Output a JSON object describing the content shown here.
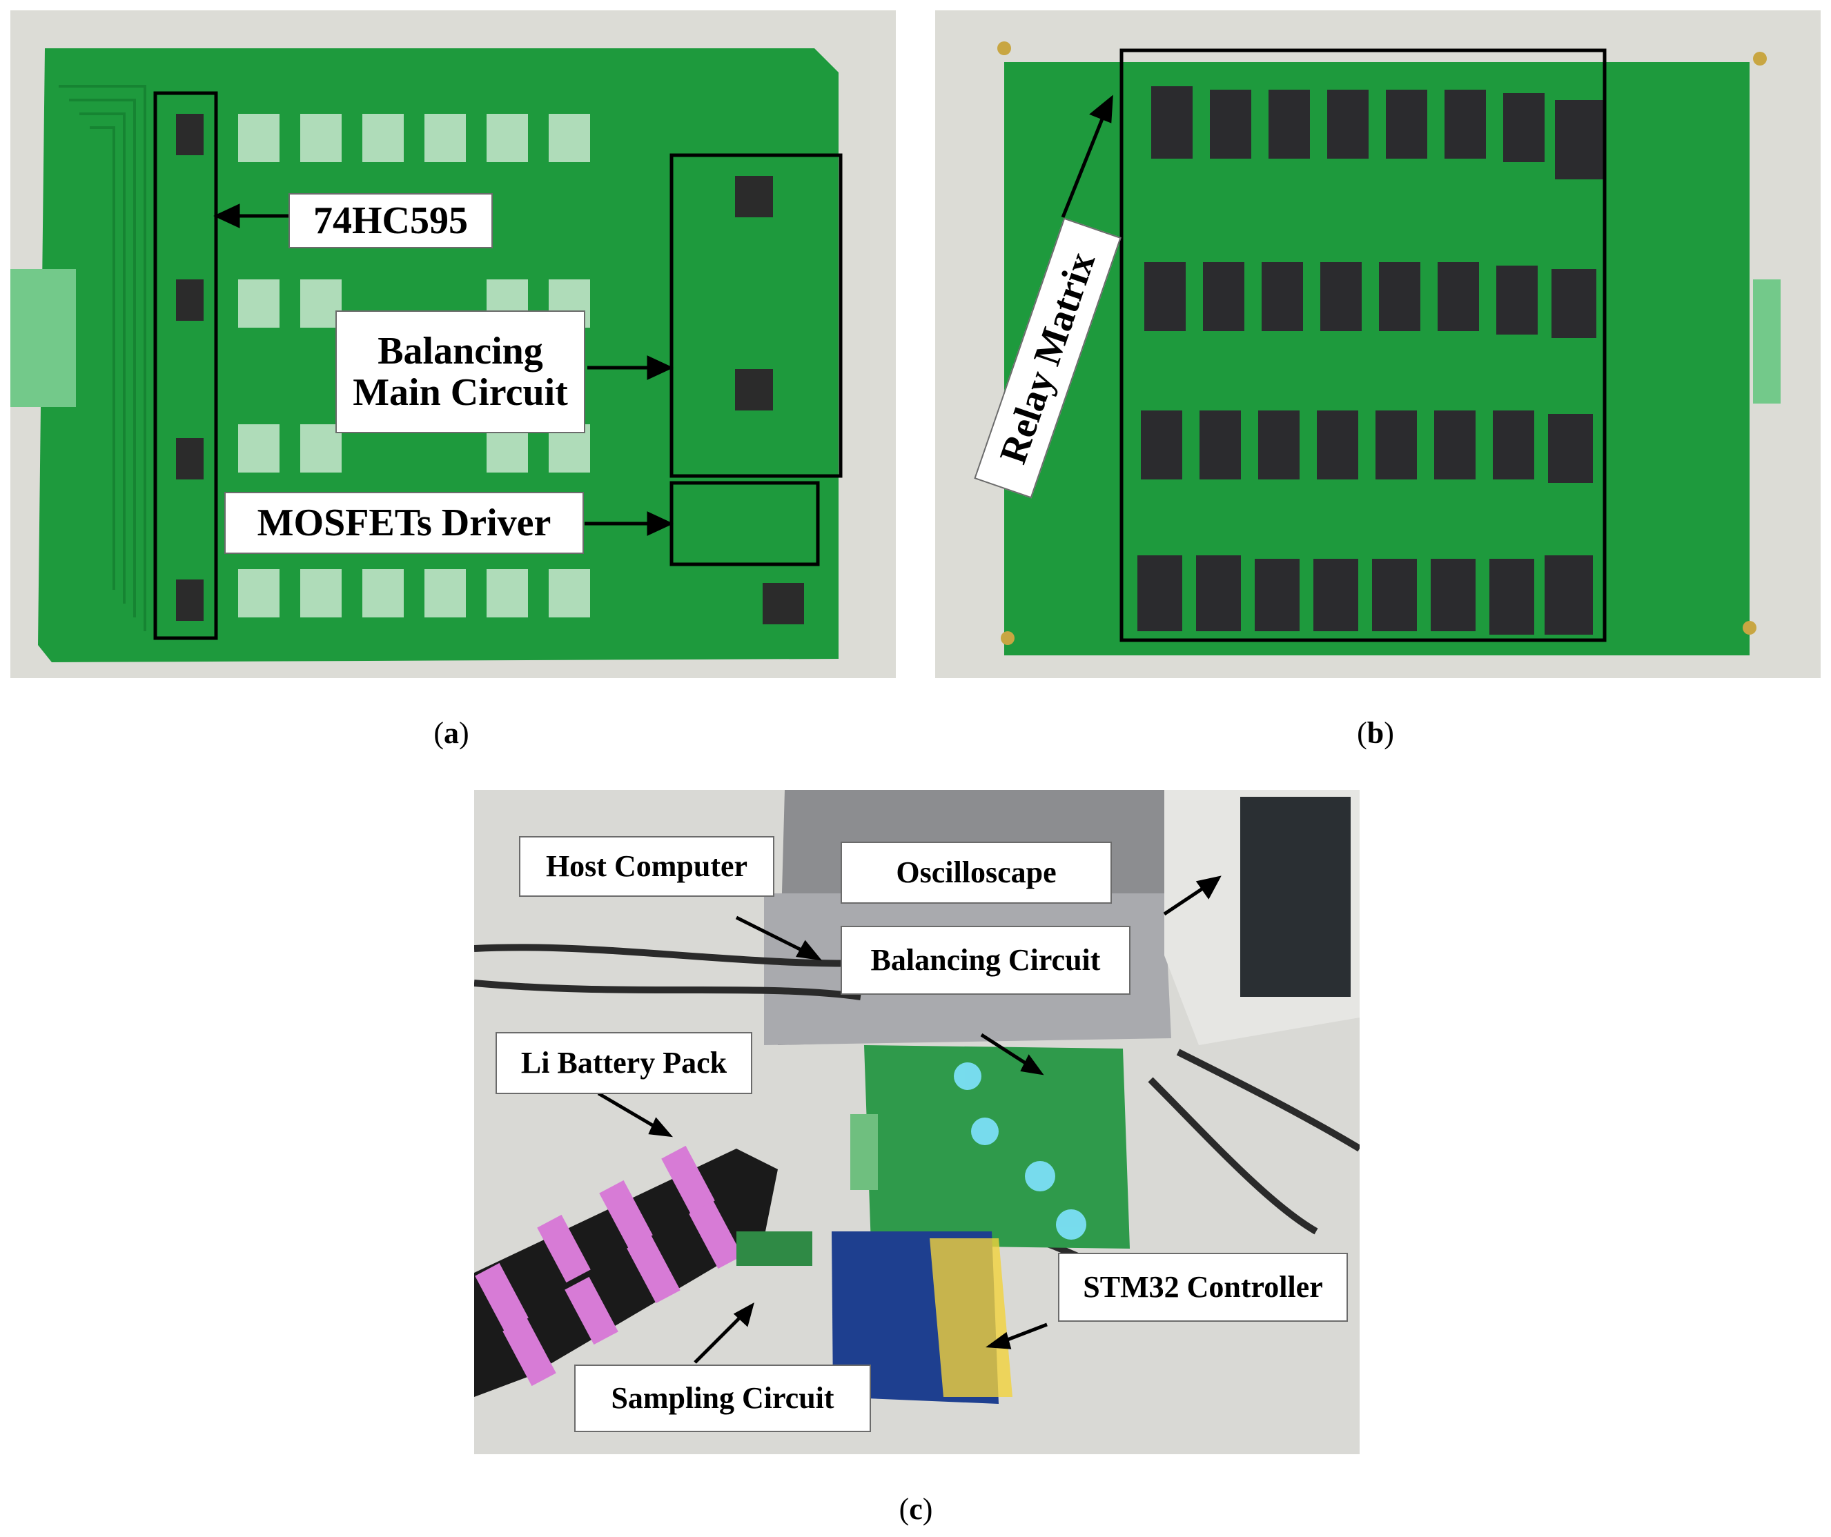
{
  "captions": {
    "a": {
      "open": "(",
      "letter": "a",
      "close": ")"
    },
    "b": {
      "open": "(",
      "letter": "b",
      "close": ")"
    },
    "c": {
      "open": "(",
      "letter": "c",
      "close": ")"
    }
  },
  "panel_a": {
    "labels": {
      "shift_register": "74HC595",
      "main_circuit_line1": "Balancing",
      "main_circuit_line2": "Main Circuit",
      "driver": "MOSFETs Driver"
    }
  },
  "panel_b": {
    "labels": {
      "relay": "Relay Matrix"
    }
  },
  "panel_c": {
    "labels": {
      "host": "Host Computer",
      "scope": "Oscilloscape",
      "balancing": "Balancing Circuit",
      "battery": "Li Battery Pack",
      "stm32": "STM32 Controller",
      "sampling": "Sampling Circuit"
    }
  },
  "colors": {
    "pcb_green": "#1f9a3e",
    "pcb_dark": "#137a2c",
    "relay_black": "#2b2b2e",
    "background_white": "#ffffff",
    "battery_pink": "#d77bd6",
    "led_blue": "#7fe3ff"
  }
}
